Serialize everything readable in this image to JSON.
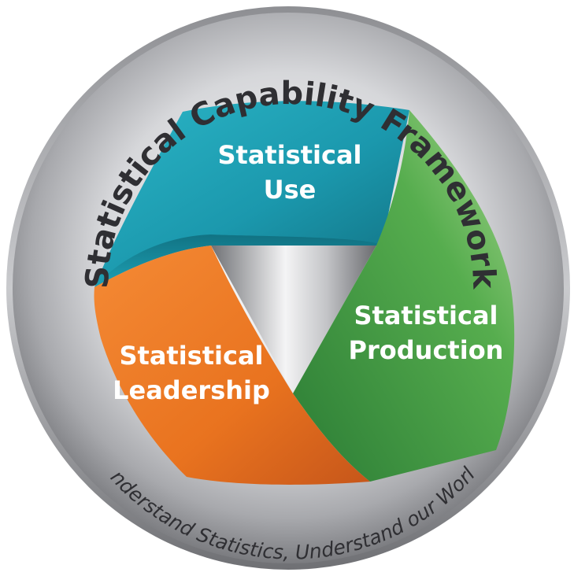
{
  "diagram": {
    "ring_title": "Statistical Capability Framework",
    "ring_tagline": "Understand Statistics, Understand our World",
    "segments": {
      "use": {
        "line1": "Statistical",
        "line2": "Use"
      },
      "production": {
        "line1": "Statistical",
        "line2": "Production"
      },
      "leadership": {
        "line1": "Statistical",
        "line2": "Leadership"
      }
    }
  },
  "colors": {
    "use": "#1d9bb0",
    "production": "#3f9a45",
    "leadership": "#ef7a2a",
    "ring": "#a9aaad",
    "label_text": "#ffffff",
    "ring_text": "#2f2f33"
  }
}
